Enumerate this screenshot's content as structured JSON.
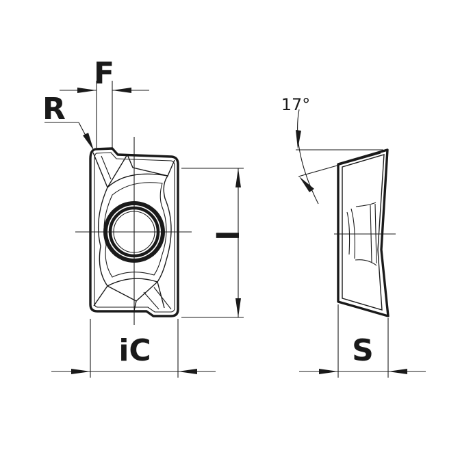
{
  "labels": {
    "F": "F",
    "R": "R",
    "l": "l",
    "iC": "iC",
    "S": "S",
    "angle": "17°"
  },
  "colors": {
    "line": "#1a1a1a",
    "background": "#ffffff"
  }
}
